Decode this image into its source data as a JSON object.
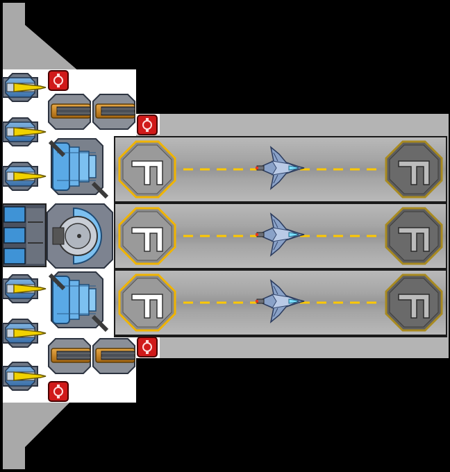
{
  "scene": {
    "type": "spaceship-hangar",
    "colors": {
      "background": "#000000",
      "hull": "#b4b4b4",
      "hull_dark": "#8c8c8c",
      "bay_floor": "#a6a6a6",
      "bay_stripe": "#8f8f8f",
      "pad_accent": "#f0b400",
      "guide_line": "#ffc800",
      "engine_yellow": "#f2d200",
      "turret_orange": "#d08a1c",
      "thruster_blue": "#5aa9e6",
      "red_module": "#cc1a1a"
    }
  },
  "launch_bays": [
    {
      "id": "bay-1",
      "launch_pad_icon": "launch-pad-icon",
      "landing_pad_icon": "landing-pad-icon",
      "ship_icon": "fighter-ship-icon"
    },
    {
      "id": "bay-2",
      "launch_pad_icon": "launch-pad-icon",
      "landing_pad_icon": "landing-pad-icon",
      "ship_icon": "fighter-ship-icon"
    },
    {
      "id": "bay-3",
      "launch_pad_icon": "launch-pad-icon",
      "landing_pad_icon": "landing-pad-icon",
      "ship_icon": "fighter-ship-icon"
    }
  ],
  "modules": {
    "engines": [
      "engine-icon",
      "engine-icon",
      "engine-icon",
      "engine-icon",
      "engine-icon",
      "engine-icon"
    ],
    "turrets": [
      "turret-icon",
      "turret-icon",
      "turret-icon",
      "turret-icon"
    ],
    "thrusters": [
      "thruster-icon",
      "thruster-icon"
    ],
    "shield_core": "shield-core-icon",
    "weapon_mounts": [
      "red-module-icon",
      "red-module-icon",
      "red-module-icon",
      "red-module-icon"
    ],
    "blue_cells": [
      "power-cell-icon",
      "power-cell-icon",
      "power-cell-icon"
    ]
  }
}
